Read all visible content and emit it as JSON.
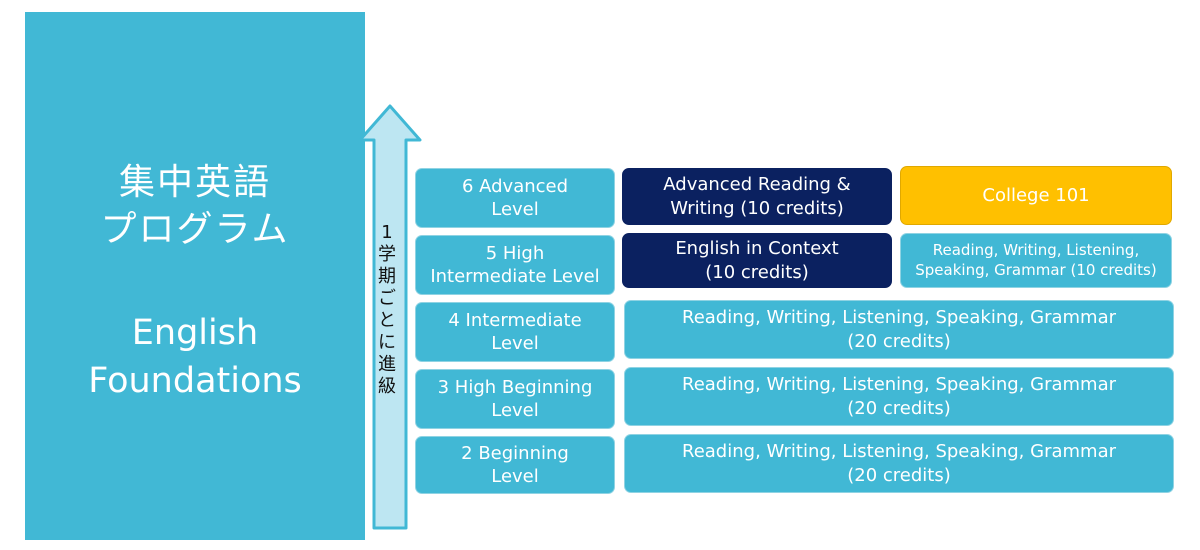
{
  "title": {
    "jp_line1": "集中英語",
    "jp_line2": "プログラム",
    "en_line1": "English",
    "en_line2": "Foundations"
  },
  "arrow": {
    "label_chars": [
      "1",
      "学",
      "期",
      "ご",
      "と",
      "に",
      "進",
      "級"
    ]
  },
  "levels": [
    {
      "level": "6 Advanced\nLevel",
      "courses": [
        "Advanced Reading &\nWriting (10 credits)",
        "College 101"
      ]
    },
    {
      "level": "5 High\nIntermediate Level",
      "courses": [
        "English in Context\n(10 credits)",
        "Reading, Writing, Listening,\nSpeaking, Grammar (10 credits)"
      ]
    },
    {
      "level": "4 Intermediate\nLevel",
      "courses": [
        "Reading, Writing, Listening, Speaking, Grammar\n(20 credits)"
      ]
    },
    {
      "level": "3 High Beginning\nLevel",
      "courses": [
        "Reading, Writing, Listening, Speaking, Grammar\n(20 credits)"
      ]
    },
    {
      "level": "2 Beginning\nLevel",
      "courses": [
        "Reading, Writing, Listening, Speaking, Grammar\n(20 credits)"
      ]
    }
  ],
  "colors": {
    "teal": "#41b8d5",
    "navy": "#0b2160",
    "gold": "#ffc000",
    "arrow_fill": "#bde6f2",
    "arrow_stroke": "#41b8d5"
  }
}
